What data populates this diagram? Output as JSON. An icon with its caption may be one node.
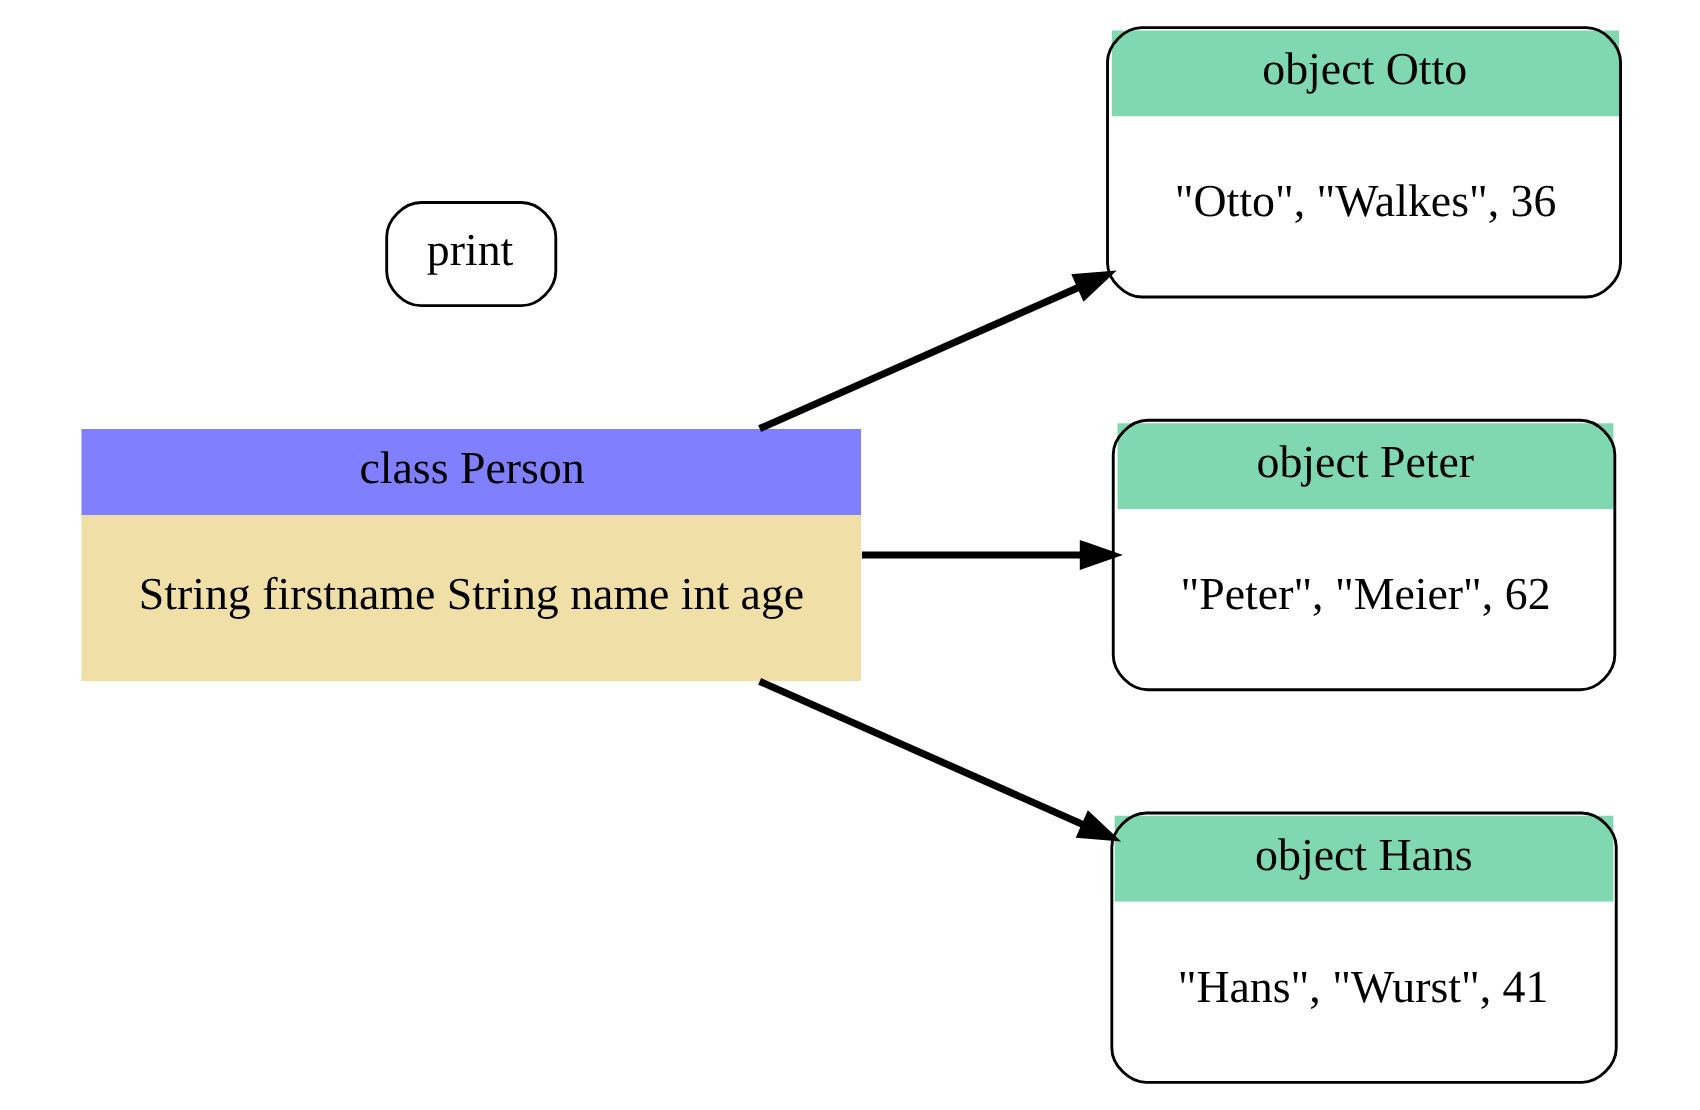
{
  "diagram": {
    "nodes": [
      {
        "text": [
          "class Person",
          "String firstname String name int age"
        ]
      },
      {
        "text": [
          "print"
        ]
      },
      {
        "text": [
          "object Otto",
          "\"Otto\", \"Walkes\", 36"
        ]
      },
      {
        "text": [
          "object Peter",
          "\"Peter\", \"Meier\", 62"
        ]
      },
      {
        "text": [
          "object Hans",
          "\"Hans\", \"Wurst\", 41"
        ]
      }
    ],
    "edges": [
      {
        "from": 0,
        "to": 2,
        "arrow": "to"
      },
      {
        "from": 0,
        "to": 3,
        "arrow": "to"
      },
      {
        "from": 0,
        "to": 4,
        "arrow": "to"
      }
    ]
  }
}
